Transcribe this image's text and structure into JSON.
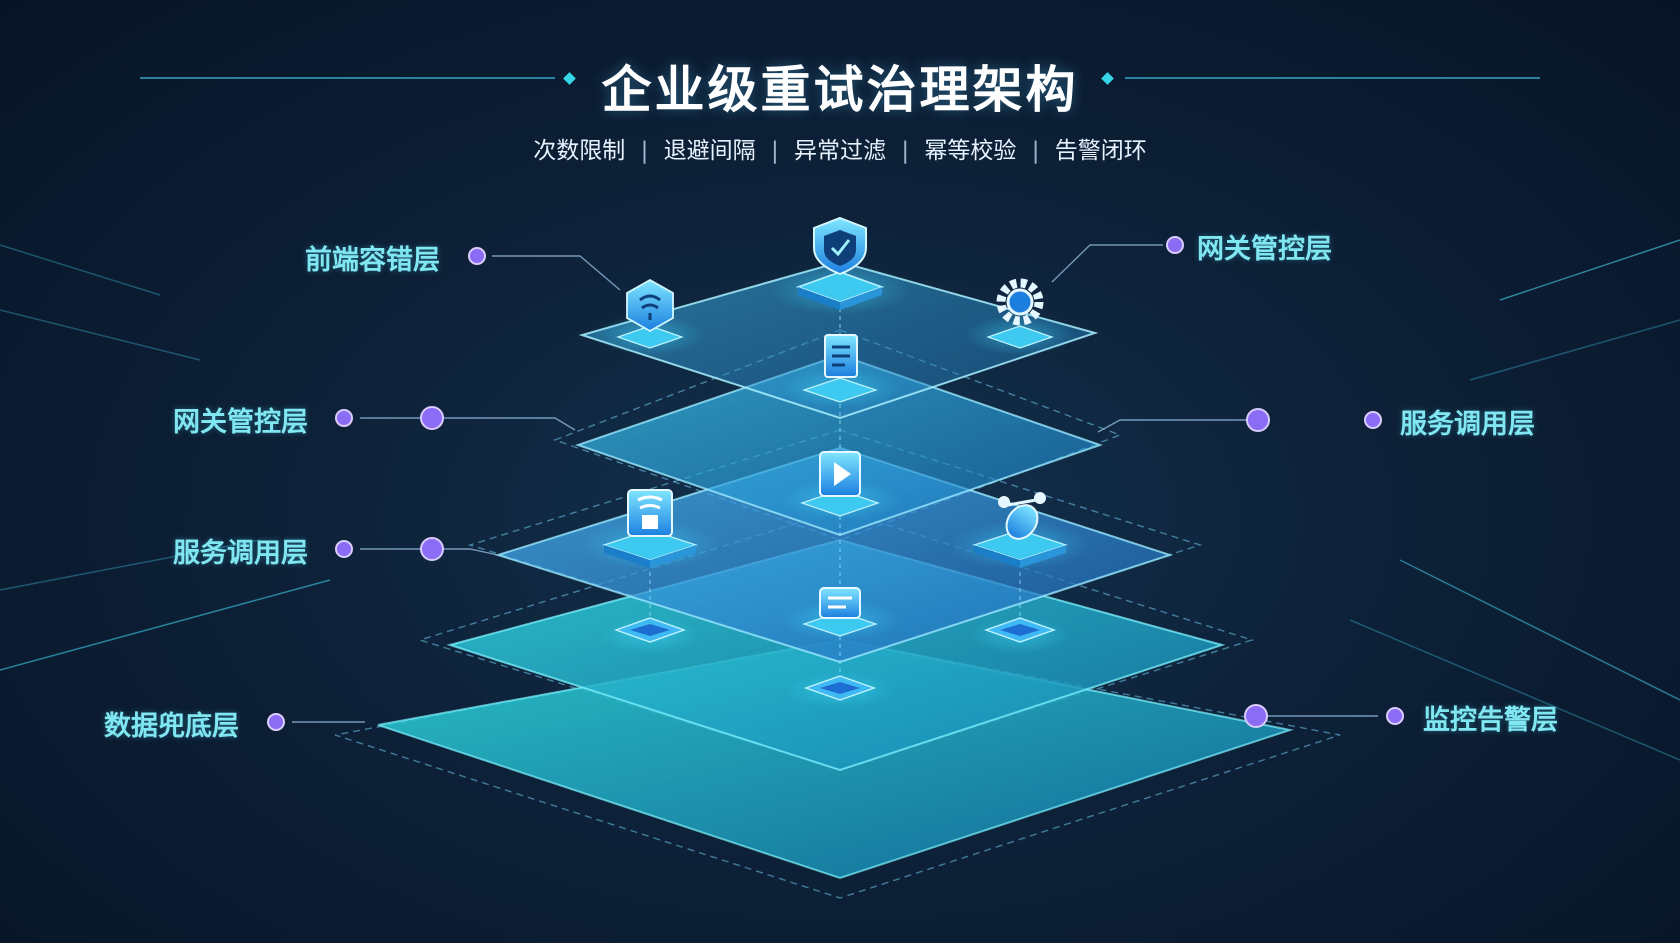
{
  "title": "企业级重试治理架构",
  "subtitle": {
    "items": [
      "次数限制",
      "退避间隔",
      "异常过滤",
      "幂等校验",
      "告警闭环"
    ],
    "separator": "|"
  },
  "labels": {
    "top_left": "前端容错层",
    "top_right": "网关管控层",
    "mid_left": "网关管控层",
    "mid_right": "服务调用层",
    "low_left": "服务调用层",
    "bottom_left": "数据兜底层",
    "bottom_right": "监控告警层"
  },
  "colors": {
    "accent_cyan": "#36d6e7",
    "node_purple": "#8b6cf5",
    "label_cyan": "#7fe6f2",
    "background": "#0d2138"
  },
  "icons": [
    "shield-icon",
    "gear-icon",
    "document-icon",
    "play-icon",
    "router-icon",
    "satellite-icon",
    "message-icon",
    "chip-icon"
  ]
}
